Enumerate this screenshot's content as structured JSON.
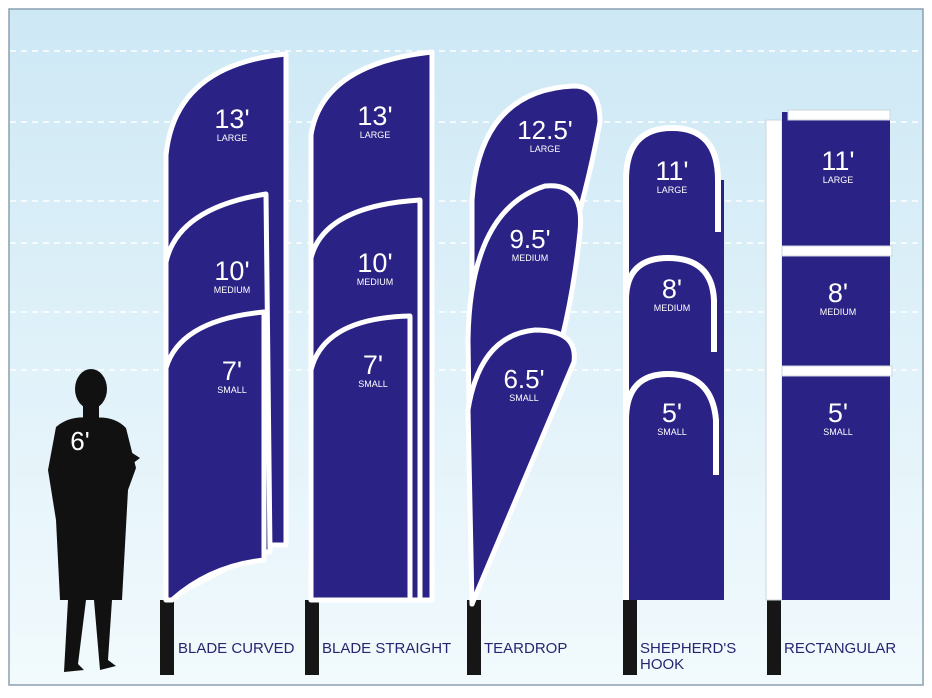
{
  "colors": {
    "flag": "#2b2285",
    "bg_top": "#cfe9f6",
    "bg_bottom": "#eef8fd",
    "frame": "#8aa0ad",
    "guide": "#ffffff",
    "pole": "#1a1a1a",
    "label": "#2a2470",
    "silhouette": "#101010"
  },
  "person": {
    "height": "6'"
  },
  "size_words": {
    "large": "LARGE",
    "medium": "MEDIUM",
    "small": "SMALL"
  },
  "flags": {
    "blade_curved": {
      "label": "BLADE CURVED",
      "large": "13'",
      "medium": "10'",
      "small": "7'"
    },
    "blade_straight": {
      "label": "BLADE STRAIGHT",
      "large": "13'",
      "medium": "10'",
      "small": "7'"
    },
    "teardrop": {
      "label": "TEARDROP",
      "large": "12.5'",
      "medium": "9.5'",
      "small": "6.5'"
    },
    "shepherds_hook": {
      "label_line1": "SHEPHERD'S",
      "label_line2": "HOOK",
      "large": "11'",
      "medium": "8'",
      "small": "5'"
    },
    "rectangular": {
      "label": "RECTANGULAR",
      "large": "11'",
      "medium": "8'",
      "small": "5'"
    }
  }
}
